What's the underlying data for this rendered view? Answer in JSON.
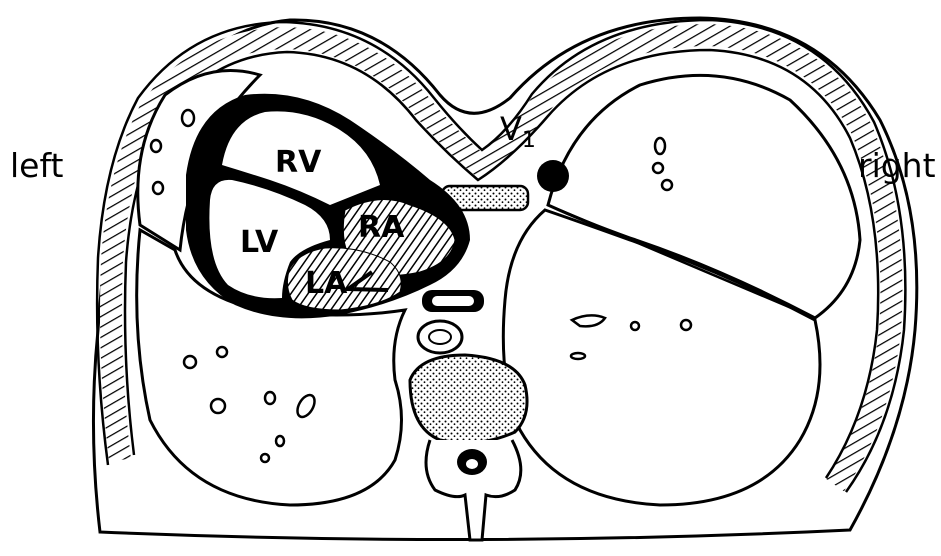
{
  "labels": {
    "left": "left",
    "right": "right",
    "lead": "V",
    "lead_subscript": "1"
  },
  "chambers": {
    "rv": "RV",
    "lv": "LV",
    "ra": "RA",
    "la": "LA"
  },
  "colors": {
    "ink": "#000000",
    "paper": "#ffffff",
    "electrode": "#000000"
  }
}
